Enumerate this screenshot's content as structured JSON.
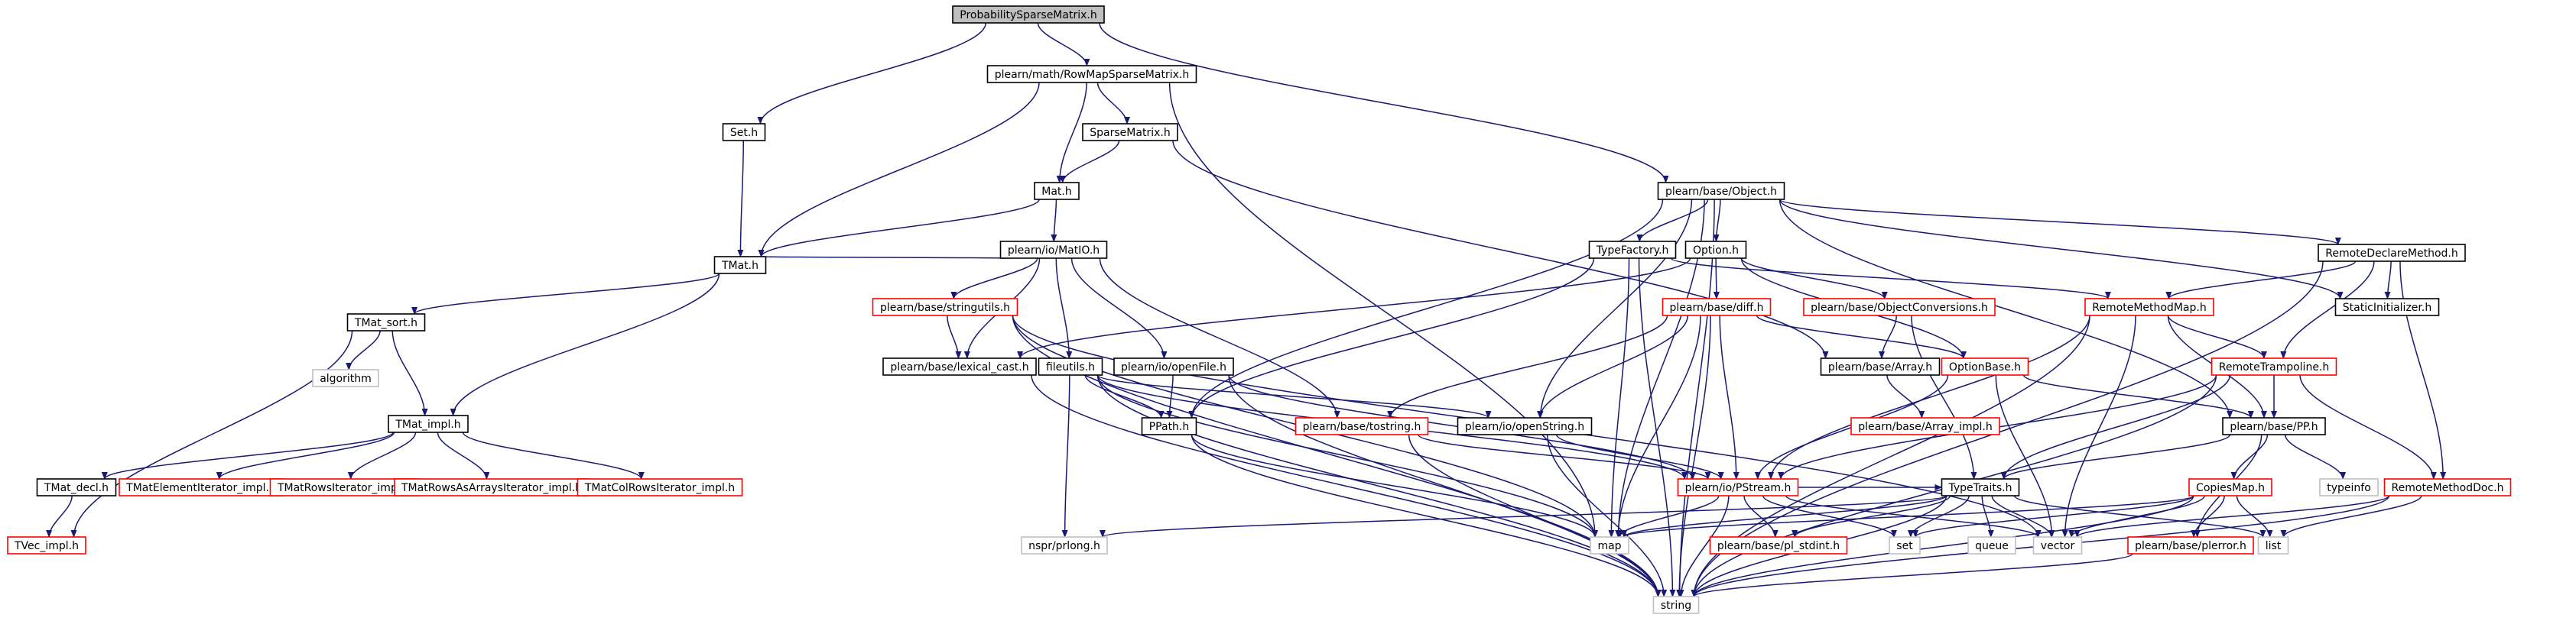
{
  "graph": {
    "nodes": [
      {
        "id": "root",
        "label": "ProbabilitySparseMatrix.h",
        "kind": "root"
      },
      {
        "id": "rowmap",
        "label": "plearn/math/RowMapSparseMatrix.h",
        "kind": "doc"
      },
      {
        "id": "set_h",
        "label": "Set.h",
        "kind": "doc"
      },
      {
        "id": "object",
        "label": "plearn/base/Object.h",
        "kind": "doc"
      },
      {
        "id": "sparse",
        "label": "SparseMatrix.h",
        "kind": "doc"
      },
      {
        "id": "mat",
        "label": "Mat.h",
        "kind": "doc"
      },
      {
        "id": "matio",
        "label": "plearn/io/MatIO.h",
        "kind": "doc"
      },
      {
        "id": "tmat",
        "label": "TMat.h",
        "kind": "doc"
      },
      {
        "id": "typefactory",
        "label": "TypeFactory.h",
        "kind": "doc"
      },
      {
        "id": "option",
        "label": "Option.h",
        "kind": "doc"
      },
      {
        "id": "remotedeclare",
        "label": "RemoteDeclareMethod.h",
        "kind": "doc"
      },
      {
        "id": "stringutils",
        "label": "plearn/base/stringutils.h",
        "kind": "red"
      },
      {
        "id": "diff",
        "label": "plearn/base/diff.h",
        "kind": "red"
      },
      {
        "id": "objconv",
        "label": "plearn/base/ObjectConversions.h",
        "kind": "red"
      },
      {
        "id": "remotemethodmap",
        "label": "RemoteMethodMap.h",
        "kind": "red"
      },
      {
        "id": "staticinit",
        "label": "StaticInitializer.h",
        "kind": "doc"
      },
      {
        "id": "tmatsort",
        "label": "TMat_sort.h",
        "kind": "doc"
      },
      {
        "id": "lexicalcast",
        "label": "plearn/base/lexical_cast.h",
        "kind": "doc"
      },
      {
        "id": "fileutils",
        "label": "fileutils.h",
        "kind": "doc"
      },
      {
        "id": "openfile",
        "label": "plearn/io/openFile.h",
        "kind": "doc"
      },
      {
        "id": "optionbase",
        "label": "OptionBase.h",
        "kind": "red"
      },
      {
        "id": "array",
        "label": "plearn/base/Array.h",
        "kind": "doc"
      },
      {
        "id": "remotetramp",
        "label": "RemoteTrampoline.h",
        "kind": "red"
      },
      {
        "id": "algorithm",
        "label": "algorithm",
        "kind": "sys"
      },
      {
        "id": "tmatimpl",
        "label": "TMat_impl.h",
        "kind": "doc"
      },
      {
        "id": "ppath",
        "label": "PPath.h",
        "kind": "doc"
      },
      {
        "id": "tostring",
        "label": "plearn/base/tostring.h",
        "kind": "red"
      },
      {
        "id": "openstring",
        "label": "plearn/io/openString.h",
        "kind": "doc"
      },
      {
        "id": "arrayimpl",
        "label": "plearn/base/Array_impl.h",
        "kind": "red"
      },
      {
        "id": "pp",
        "label": "plearn/base/PP.h",
        "kind": "doc"
      },
      {
        "id": "tmatdecl",
        "label": "TMat_decl.h",
        "kind": "doc"
      },
      {
        "id": "tmatelem",
        "label": "TMatElementIterator_impl.h",
        "kind": "red"
      },
      {
        "id": "tmatrows",
        "label": "TMatRowsIterator_impl.h",
        "kind": "red"
      },
      {
        "id": "tmatrowsarr",
        "label": "TMatRowsAsArraysIterator_impl.h",
        "kind": "red"
      },
      {
        "id": "tmatcol",
        "label": "TMatColRowsIterator_impl.h",
        "kind": "red"
      },
      {
        "id": "pstream",
        "label": "plearn/io/PStream.h",
        "kind": "red"
      },
      {
        "id": "typetraits",
        "label": "TypeTraits.h",
        "kind": "doc"
      },
      {
        "id": "copiesmap",
        "label": "CopiesMap.h",
        "kind": "red"
      },
      {
        "id": "typeinfo",
        "label": "typeinfo",
        "kind": "sys"
      },
      {
        "id": "remotemethoddoc",
        "label": "RemoteMethodDoc.h",
        "kind": "red"
      },
      {
        "id": "tvecimpl",
        "label": "TVec_impl.h",
        "kind": "red"
      },
      {
        "id": "nsprprlong",
        "label": "nspr/prlong.h",
        "kind": "sys"
      },
      {
        "id": "map",
        "label": "map",
        "kind": "sys"
      },
      {
        "id": "plstdint",
        "label": "plearn/base/pl_stdint.h",
        "kind": "red"
      },
      {
        "id": "set",
        "label": "set",
        "kind": "sys"
      },
      {
        "id": "queue",
        "label": "queue",
        "kind": "sys"
      },
      {
        "id": "vector",
        "label": "vector",
        "kind": "sys"
      },
      {
        "id": "plerror",
        "label": "plearn/base/plerror.h",
        "kind": "red"
      },
      {
        "id": "list",
        "label": "list",
        "kind": "sys"
      },
      {
        "id": "string",
        "label": "string",
        "kind": "sys"
      }
    ],
    "edges": [
      [
        "root",
        "rowmap"
      ],
      [
        "root",
        "set_h"
      ],
      [
        "root",
        "object"
      ],
      [
        "rowmap",
        "sparse"
      ],
      [
        "rowmap",
        "mat"
      ],
      [
        "rowmap",
        "tmat"
      ],
      [
        "rowmap",
        "map"
      ],
      [
        "set_h",
        "tmat"
      ],
      [
        "sparse",
        "mat"
      ],
      [
        "sparse",
        "array"
      ],
      [
        "mat",
        "matio"
      ],
      [
        "mat",
        "tmat"
      ],
      [
        "matio",
        "tmat"
      ],
      [
        "matio",
        "stringutils"
      ],
      [
        "matio",
        "lexicalcast"
      ],
      [
        "matio",
        "fileutils"
      ],
      [
        "matio",
        "openfile"
      ],
      [
        "matio",
        "tostring"
      ],
      [
        "tmat",
        "tmatsort"
      ],
      [
        "tmat",
        "tmatimpl"
      ],
      [
        "tmatsort",
        "algorithm"
      ],
      [
        "tmatsort",
        "tmatimpl"
      ],
      [
        "tmatsort",
        "tvecimpl"
      ],
      [
        "tmatimpl",
        "tmatdecl"
      ],
      [
        "tmatimpl",
        "tmatelem"
      ],
      [
        "tmatimpl",
        "tmatrows"
      ],
      [
        "tmatimpl",
        "tmatrowsarr"
      ],
      [
        "tmatimpl",
        "tmatcol"
      ],
      [
        "tmatdecl",
        "tvecimpl"
      ],
      [
        "stringutils",
        "lexicalcast"
      ],
      [
        "stringutils",
        "string"
      ],
      [
        "stringutils",
        "map"
      ],
      [
        "stringutils",
        "vector"
      ],
      [
        "lexicalcast",
        "string"
      ],
      [
        "fileutils",
        "nsprprlong"
      ],
      [
        "fileutils",
        "ppath"
      ],
      [
        "fileutils",
        "string"
      ],
      [
        "fileutils",
        "map"
      ],
      [
        "fileutils",
        "pstream"
      ],
      [
        "fileutils",
        "openstring"
      ],
      [
        "openfile",
        "ppath"
      ],
      [
        "openfile",
        "pstream"
      ],
      [
        "openfile",
        "string"
      ],
      [
        "ppath",
        "string"
      ],
      [
        "ppath",
        "map"
      ],
      [
        "object",
        "typefactory"
      ],
      [
        "object",
        "option"
      ],
      [
        "object",
        "remotedeclare"
      ],
      [
        "object",
        "staticinit"
      ],
      [
        "object",
        "map"
      ],
      [
        "object",
        "string"
      ],
      [
        "object",
        "ppath"
      ],
      [
        "object",
        "openstring"
      ],
      [
        "object",
        "pp"
      ],
      [
        "typefactory",
        "string"
      ],
      [
        "typefactory",
        "map"
      ],
      [
        "typefactory",
        "remotemethodmap"
      ],
      [
        "typefactory",
        "ppath"
      ],
      [
        "option",
        "diff"
      ],
      [
        "option",
        "objconv"
      ],
      [
        "option",
        "optionbase"
      ],
      [
        "option",
        "lexicalcast"
      ],
      [
        "remotedeclare",
        "remotemethodmap"
      ],
      [
        "remotedeclare",
        "staticinit"
      ],
      [
        "remotedeclare",
        "remotetramp"
      ],
      [
        "remotedeclare",
        "remotemethoddoc"
      ],
      [
        "remotedeclare",
        "string"
      ],
      [
        "diff",
        "optionbase"
      ],
      [
        "diff",
        "tostring"
      ],
      [
        "diff",
        "openstring"
      ],
      [
        "diff",
        "pstream"
      ],
      [
        "diff",
        "string"
      ],
      [
        "diff",
        "map"
      ],
      [
        "objconv",
        "array"
      ],
      [
        "objconv",
        "typetraits"
      ],
      [
        "remotemethodmap",
        "remotetramp"
      ],
      [
        "remotemethodmap",
        "pp"
      ],
      [
        "remotemethodmap",
        "pstream"
      ],
      [
        "remotemethodmap",
        "vector"
      ],
      [
        "remotemethodmap",
        "string"
      ],
      [
        "optionbase",
        "pp"
      ],
      [
        "optionbase",
        "vector"
      ],
      [
        "optionbase",
        "pstream"
      ],
      [
        "array",
        "arrayimpl"
      ],
      [
        "remotetramp",
        "pp"
      ],
      [
        "remotetramp",
        "remotemethoddoc"
      ],
      [
        "remotetramp",
        "typetraits"
      ],
      [
        "remotetramp",
        "pstream"
      ],
      [
        "remotetramp",
        "string"
      ],
      [
        "tostring",
        "pstream"
      ],
      [
        "tostring",
        "string"
      ],
      [
        "openstring",
        "pstream"
      ],
      [
        "openstring",
        "string"
      ],
      [
        "pp",
        "copiesmap"
      ],
      [
        "pp",
        "typeinfo"
      ],
      [
        "pp",
        "typetraits"
      ],
      [
        "pp",
        "plerror"
      ],
      [
        "pstream",
        "typetraits"
      ],
      [
        "pstream",
        "plstdint"
      ],
      [
        "pstream",
        "map"
      ],
      [
        "pstream",
        "set"
      ],
      [
        "pstream",
        "vector"
      ],
      [
        "pstream",
        "string"
      ],
      [
        "typetraits",
        "nsprprlong"
      ],
      [
        "typetraits",
        "map"
      ],
      [
        "typetraits",
        "set"
      ],
      [
        "typetraits",
        "queue"
      ],
      [
        "typetraits",
        "vector"
      ],
      [
        "typetraits",
        "list"
      ],
      [
        "typetraits",
        "string"
      ],
      [
        "typetraits",
        "plstdint"
      ],
      [
        "copiesmap",
        "map"
      ],
      [
        "copiesmap",
        "set"
      ],
      [
        "copiesmap",
        "vector"
      ],
      [
        "copiesmap",
        "plerror"
      ],
      [
        "copiesmap",
        "list"
      ],
      [
        "copiesmap",
        "string"
      ],
      [
        "remotemethoddoc",
        "list"
      ],
      [
        "remotemethoddoc",
        "vector"
      ],
      [
        "remotemethoddoc",
        "string"
      ],
      [
        "plerror",
        "string"
      ]
    ]
  },
  "colors": {
    "edge": "#191970",
    "root_fill": "#bfbfbf",
    "doc_border": "#000000",
    "red_border": "#ff0000",
    "sys_border": "#bfbfbf",
    "red_text": "#000000"
  }
}
